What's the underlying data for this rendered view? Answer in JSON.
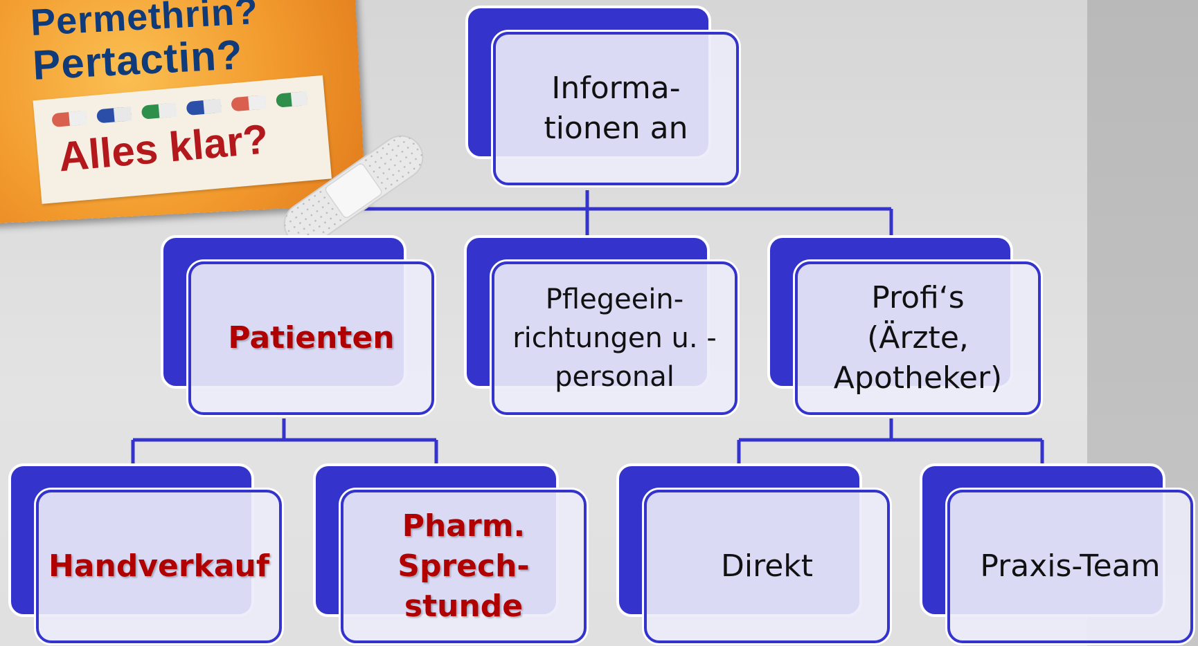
{
  "cover": {
    "line1": "Permethrin?",
    "line2": "Pertactin?",
    "line3": "Alles klar?"
  },
  "diagram": {
    "root": {
      "lines": [
        "Informa-",
        "tionen an"
      ]
    },
    "patienten": {
      "lines": [
        "Patienten"
      ]
    },
    "pflege": {
      "lines": [
        "Pflegeein-",
        "richtungen u. -",
        "personal"
      ]
    },
    "profis": {
      "lines": [
        "Profi‘s",
        "(Ärzte,",
        "Apotheker)"
      ]
    },
    "handverkauf": {
      "lines": [
        "Handverkauf"
      ]
    },
    "sprechstunde": {
      "lines": [
        "Pharm.",
        "Sprech-",
        "stunde"
      ]
    },
    "direkt": {
      "lines": [
        "Direkt"
      ]
    },
    "praxisteam": {
      "lines": [
        "Praxis-Team"
      ]
    }
  },
  "colors": {
    "node_fill": "#3434cc",
    "node_front": "#ececfa",
    "highlight_text": "#b00000",
    "cover_orange": "#f29a2d",
    "cover_title": "#0f3b7a"
  }
}
